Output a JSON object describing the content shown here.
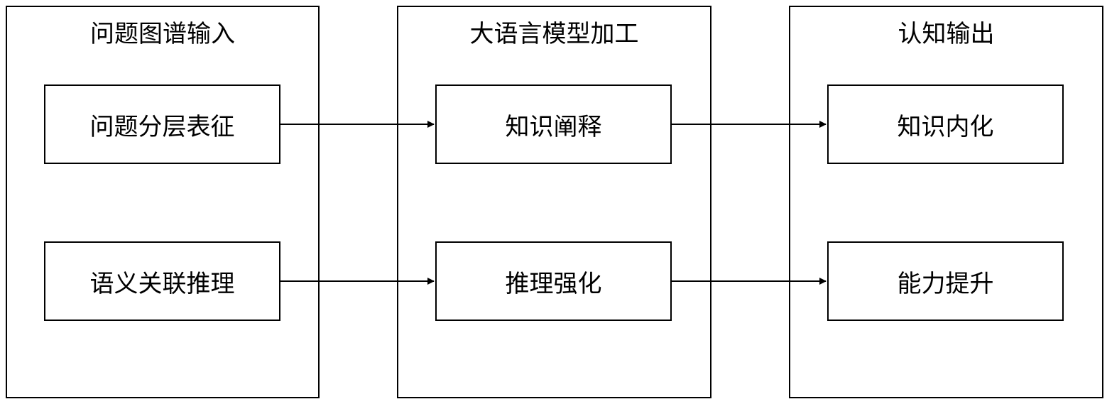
{
  "columns": [
    {
      "title": "问题图谱输入",
      "nodes": [
        "问题分层表征",
        "语义关联推理"
      ]
    },
    {
      "title": "大语言模型加工",
      "nodes": [
        "知识阐释",
        "推理强化"
      ]
    },
    {
      "title": "认知输出",
      "nodes": [
        "知识内化",
        "能力提升"
      ]
    }
  ],
  "edges": [
    {
      "from": "问题分层表征",
      "to": "知识阐释"
    },
    {
      "from": "语义关联推理",
      "to": "推理强化"
    },
    {
      "from": "知识阐释",
      "to": "知识内化"
    },
    {
      "from": "推理强化",
      "to": "能力提升"
    }
  ]
}
